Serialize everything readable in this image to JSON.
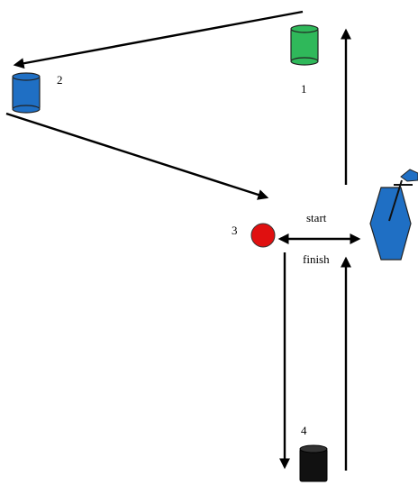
{
  "labels": {
    "start": "start",
    "finish": "finish"
  },
  "markers": {
    "cone1": {
      "number": "1",
      "color": "#2FB85A"
    },
    "cone2": {
      "number": "2",
      "color": "#1F6FC4"
    },
    "cone3": {
      "number": "3",
      "color": "#E01010"
    },
    "cone4": {
      "number": "4",
      "color": "#111111"
    }
  },
  "player_color": "#1F6FC4"
}
